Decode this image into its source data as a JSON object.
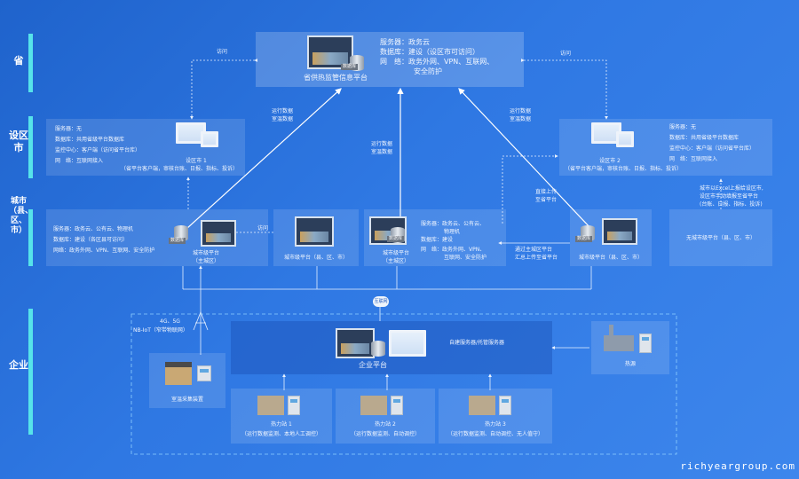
{
  "tiers": {
    "province": "省",
    "city_region": "设区市",
    "county": "城市（县、区、市）",
    "enterprise": "企业"
  },
  "province_platform": {
    "name": "省供热监管信息平台",
    "db_tag": "数据库",
    "info": [
      "服务器：政务云",
      "数据库：建设（设区市可访问）",
      "网　络：政务外网、VPN、互联网、",
      "安全防护"
    ]
  },
  "district1": {
    "info": [
      "服务器：无",
      "数据库：共用省级平台数据库",
      "监控中心：客户端（访问省平台库）",
      "网　络：互联网接入"
    ],
    "caption": [
      "设区市 1",
      "（省平台客户端，审核台账、日报、指标、投诉）"
    ]
  },
  "district2": {
    "info": [
      "服务器：无",
      "数据库：共用省级平台数据库",
      "监控中心：客户端（访问省平台库）",
      "网　络：互联网接入"
    ],
    "caption": [
      "设区市 2",
      "（省平台客户端，审核台账、日报、指标、投诉）"
    ]
  },
  "city_main1": {
    "info": [
      "服务器：政务云、公有云、物理机",
      "数据库：建设（各区县可访问）",
      "网络：政务外网、VPN、互联网、安全防护"
    ],
    "db_tag": "数据库",
    "caption": [
      "城市级平台",
      "（主城区）"
    ]
  },
  "city_county1": {
    "caption": "城市级平台（县、区、市）"
  },
  "city_main2": {
    "info": [
      "服务器：政务云、公有云、",
      "物理机",
      "数据库：建设",
      "网　络：政务外网、VPN、",
      "互联网、安全防护"
    ],
    "db_tag": "数据库",
    "caption": [
      "城市级平台",
      "（主城区）"
    ]
  },
  "city_county2": {
    "db_tag": "数据库",
    "caption": "城市级平台（县、区、市）"
  },
  "no_city": {
    "note": [
      "城市以Excel上报给设区市,",
      "设区市手动填报至省平台",
      "(台账、日报、指标、投诉)"
    ],
    "caption": "无城市级平台（县、区、市）"
  },
  "arrows": {
    "visit": "访问",
    "run_data": [
      "运行数据",
      "室温数据"
    ],
    "direct_upload": [
      "直接上传",
      "至省平台"
    ],
    "via_main": [
      "通过主城区平台",
      "汇总上传至省平台"
    ],
    "internet": "互联网",
    "wireless": [
      "4G、5G",
      "NB-IoT（窄带物联网）"
    ]
  },
  "enterprise": {
    "platform": "企业平台",
    "self_server": "自建服务器/托管服务器",
    "heat_source": "热源",
    "home_device": "室温采集装置",
    "stations": [
      {
        "name": "热力站 1",
        "desc": "（运行数据监测、本地人工调控）"
      },
      {
        "name": "热力站 2",
        "desc": "（运行数据监测、自动调控）"
      },
      {
        "name": "热力站 3",
        "desc": "（运行数据监测、自动调控、无人值守）"
      }
    ]
  },
  "watermark": "richyeargroup.com",
  "colors": {
    "accent": "#56e3ea",
    "background": "#2f78e3"
  }
}
